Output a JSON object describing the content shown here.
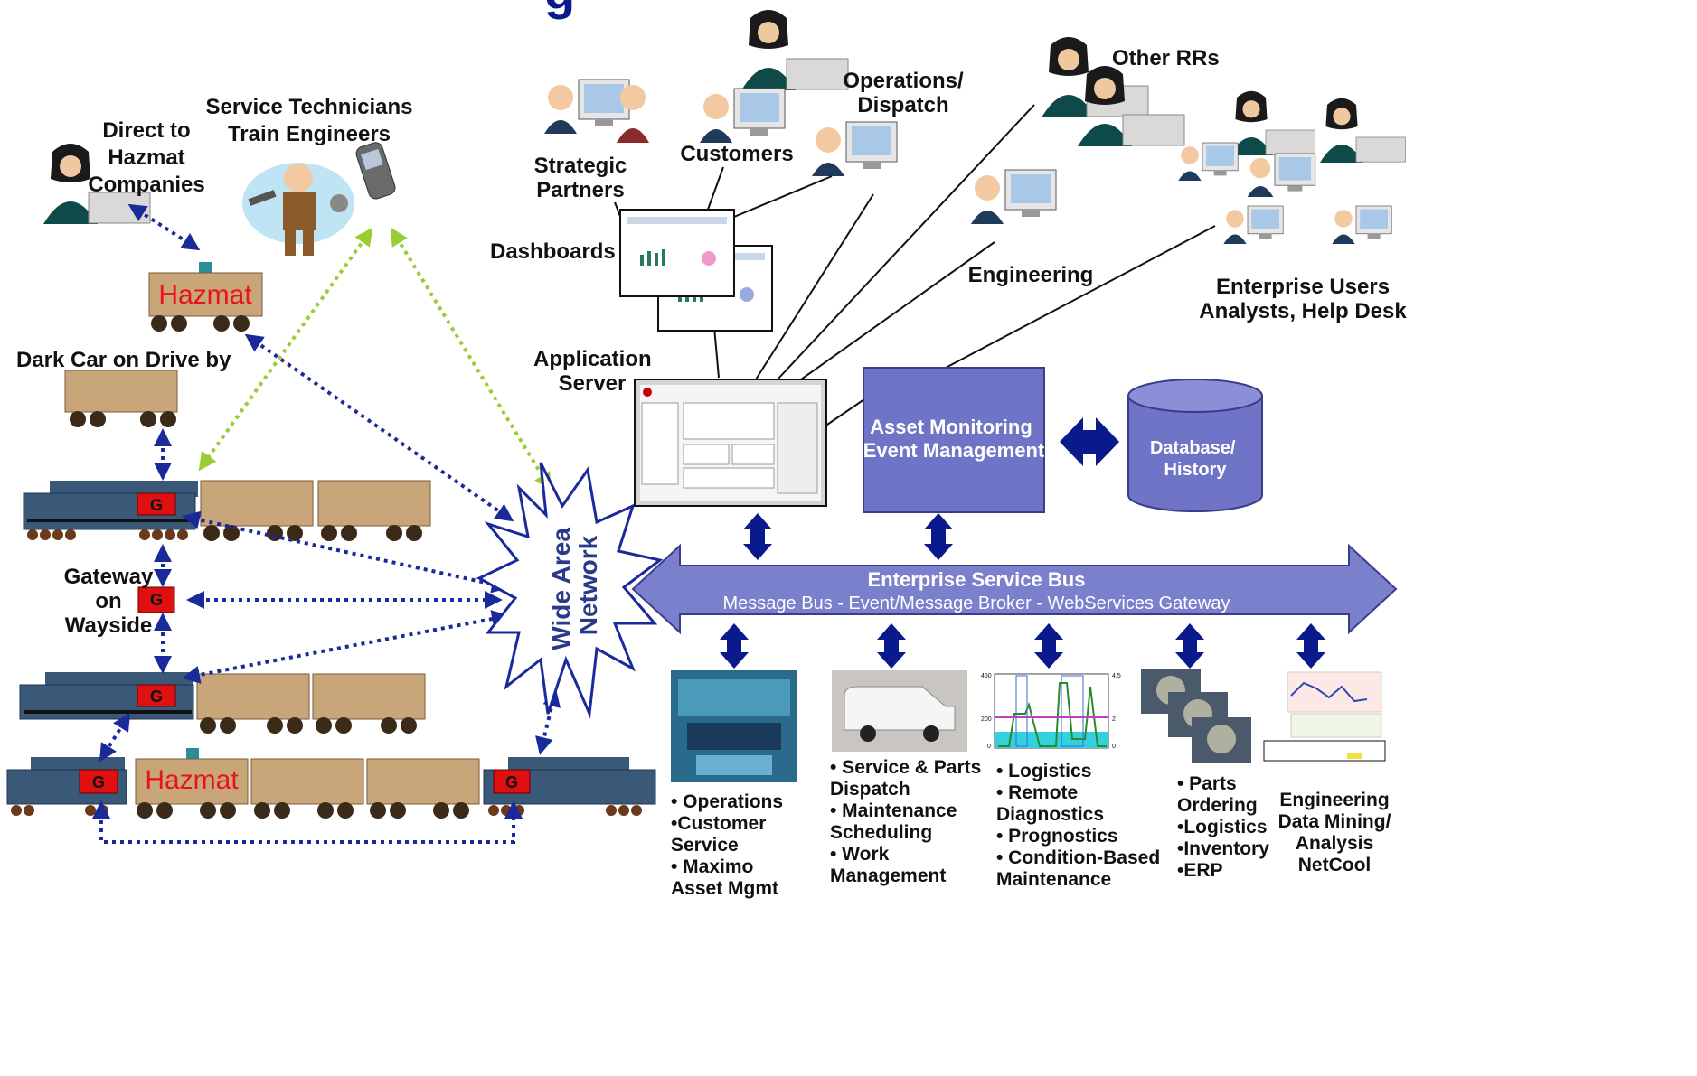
{
  "title_fragment": "g",
  "nodes": {
    "direct_hazmat": "Direct to\nHazmat\nCompanies",
    "service_tech": "Service Technicians\nTrain Engineers",
    "hazmat": "Hazmat",
    "dark_car": "Dark Car on Drive by",
    "gateway_wayside": "Gateway\non\nWayside",
    "gateway_g": "G",
    "wan": "Wide Area\nNetwork",
    "strategic_partners": "Strategic\nPartners",
    "customers": "Customers",
    "operations_dispatch": "Operations/\nDispatch",
    "other_rrs": "Other RRs",
    "engineering": "Engineering",
    "enterprise_users": "Enterprise Users\nAnalysts, Help Desk",
    "dashboards": "Dashboards",
    "application_server": "Application\nServer",
    "asset_monitoring": "Asset Monitoring\nEvent Management",
    "database": "Database/\nHistory",
    "esb_title": "Enterprise Service Bus",
    "esb_sub": "Message Bus - Event/Message Broker - WebServices Gateway"
  },
  "services": [
    {
      "label": "• Operations\n•Customer\n  Service\n• Maximo\n  Asset Mgmt"
    },
    {
      "label": "• Service & Parts\n  Dispatch\n• Maintenance\n  Scheduling\n• Work\n  Management"
    },
    {
      "label": "• Logistics\n• Remote\n  Diagnostics\n• Prognostics\n• Condition-Based\n  Maintenance"
    },
    {
      "label": "• Parts\n  Ordering\n•Logistics\n•Inventory\n•ERP"
    },
    {
      "label": "Engineering\nData Mining/\nAnalysis\nNetCool"
    }
  ],
  "colors": {
    "bus_fill": "#7b80cc",
    "box_fill": "#6f74c6",
    "arrow_blue": "#0a1a8c",
    "dotted_blue": "#1a2a9a",
    "dotted_green": "#9acd32",
    "car_tan": "#c8a67a",
    "loco_blue": "#3a5878",
    "gateway_red": "#e01010"
  }
}
